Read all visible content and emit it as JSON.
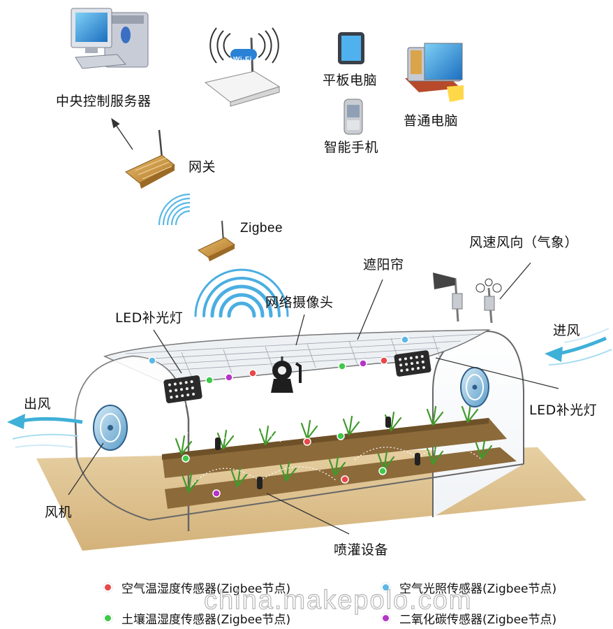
{
  "labels": {
    "central_server": "中央控制服务器",
    "tablet": "平板电脑",
    "smartphone": "智能手机",
    "pc": "普通电脑",
    "gateway": "网关",
    "zigbee": "Zigbee",
    "wind_weather": "风速风向（气象）",
    "shade_curtain": "遮阳帘",
    "camera": "网络摄像头",
    "led_left": "LED补光灯",
    "led_right": "LED补光灯",
    "air_in": "进风",
    "air_out": "出风",
    "fan": "风机",
    "sprinkler": "喷灌设备",
    "wifi_badge": "Wi-Fi"
  },
  "legend": [
    {
      "text": "空气温湿度传感器(Zigbee节点)",
      "color": "#e8484a"
    },
    {
      "text": "空气光照传感器(Zigbee节点)",
      "color": "#5ab8e6"
    },
    {
      "text": "土壤温湿度传感器(Zigbee节点)",
      "color": "#3ec94a"
    },
    {
      "text": "二氧化碳传感器(Zigbee节点)",
      "color": "#b534c8"
    }
  ],
  "watermark": "china.makepolo.com",
  "colors": {
    "air_flow": "#3fb0d8",
    "signal": "#56b8e6",
    "soil": "#8c6a3a",
    "ground": "#dfc597",
    "gateway": "#d7a04e"
  }
}
